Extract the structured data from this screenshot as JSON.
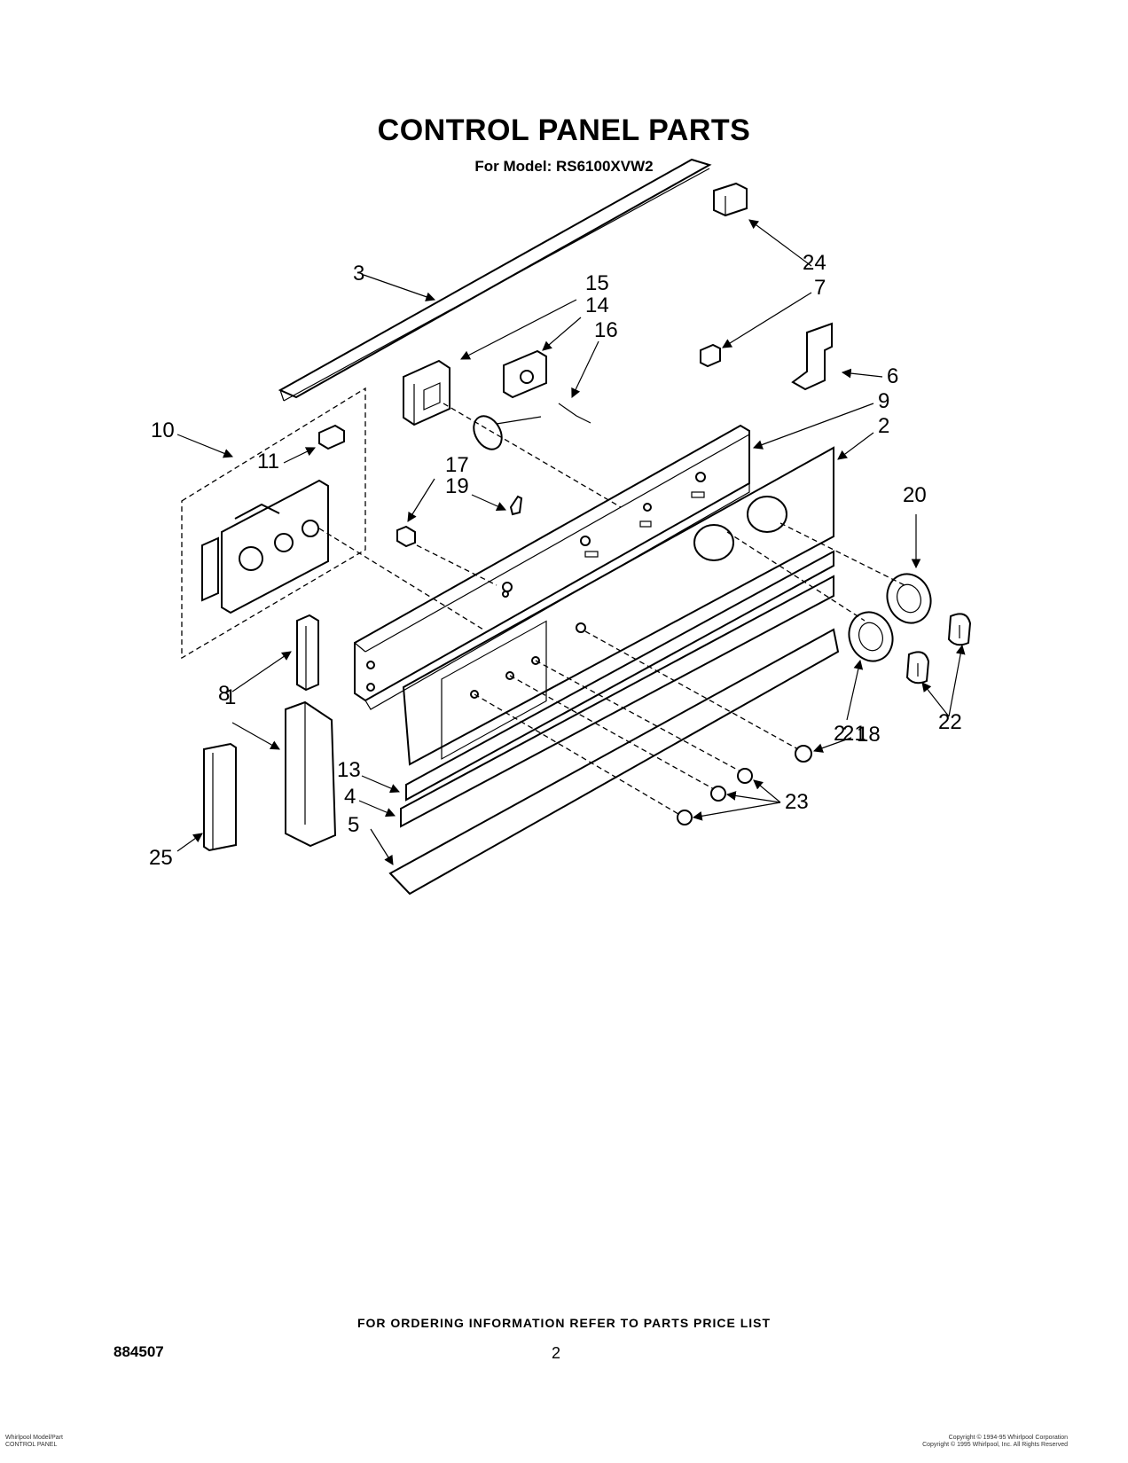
{
  "title": "CONTROL PANEL PARTS",
  "subtitle": "For Model: RS6100XVW2",
  "callouts": [
    "1",
    "2",
    "2",
    "3",
    "4",
    "5",
    "6",
    "7",
    "8",
    "9",
    "10",
    "11",
    "13",
    "14",
    "15",
    "16",
    "17",
    "18",
    "19",
    "20",
    "21",
    "22",
    "23",
    "24",
    "25"
  ],
  "footer": {
    "ordering_info": "FOR ORDERING INFORMATION REFER TO PARTS PRICE LIST",
    "doc_number": "884507",
    "page_number": "2"
  },
  "fine_print": {
    "left_line1": "Whirlpool Model/Part",
    "left_line2": "CONTROL PANEL",
    "right_line1": "Copyright © 1994-95 Whirlpool Corporation",
    "right_line2": "Copyright © 1995 Whirlpool, Inc. All Rights Reserved"
  }
}
